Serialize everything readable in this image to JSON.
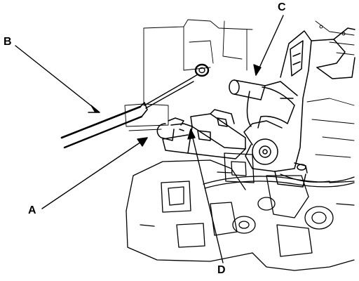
{
  "diagram": {
    "callouts": {
      "a": "A",
      "b": "B",
      "c": "C",
      "d": "D"
    },
    "ink_color": "#000000",
    "background_color": "#ffffff"
  }
}
